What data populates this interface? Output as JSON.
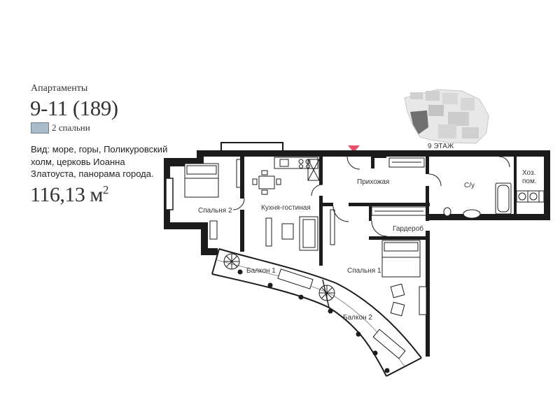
{
  "apartment": {
    "label": "Апартаменты",
    "number": "9-11 (189)",
    "bedrooms_legend": "2 спальни",
    "view": "Вид: море, горы, Поликуровский холм, церковь Иоанна Златоуста, панорама города.",
    "area": "116,13 м",
    "area_sup": "2"
  },
  "floor": {
    "label": "9 ЭТАЖ"
  },
  "rooms": {
    "bedroom2": "Спальня 2",
    "kitchen_living": "Кухня-гостиная",
    "hallway": "Прихожая",
    "bathroom": "С/у",
    "storage_line1": "Хоз.",
    "storage_line2": "пом.",
    "wardrobe": "Гардероб",
    "bedroom1": "Спальня 1",
    "balcony1": "Балкон 1",
    "balcony2": "Балкон 2"
  },
  "colors": {
    "wall": "#1c1c1c",
    "highlight": "#a9bccb",
    "entrance_marker": "#e8506a"
  }
}
